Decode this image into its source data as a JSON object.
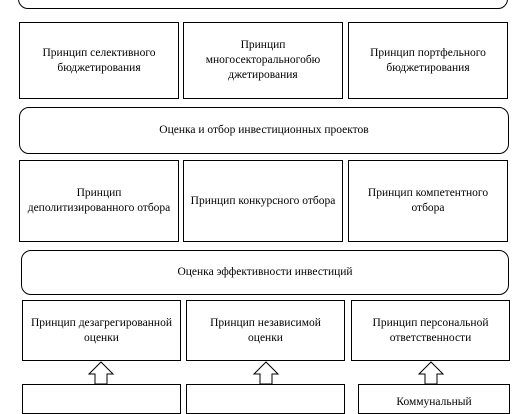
{
  "stage1": {
    "principles": [
      "Принцип селективного бюджетирования",
      "Принцип многосекторальногобю джетирования",
      "Принцип портфельного бюджетирования"
    ]
  },
  "stage2": {
    "header": "Оценка и отбор инвестиционных проектов",
    "principles": [
      "Принцип деполитизированного отбора",
      "Принцип конкурсного отбора",
      "Принцип компетентного отбора"
    ]
  },
  "stage3": {
    "header": "Оценка эффективности инвестиций",
    "principles": [
      "Принцип дезагрегированной оценки",
      "Принцип независимой оценки",
      "Принцип персональной ответственности"
    ]
  },
  "bottom": {
    "partial_label": "Коммунальный"
  }
}
